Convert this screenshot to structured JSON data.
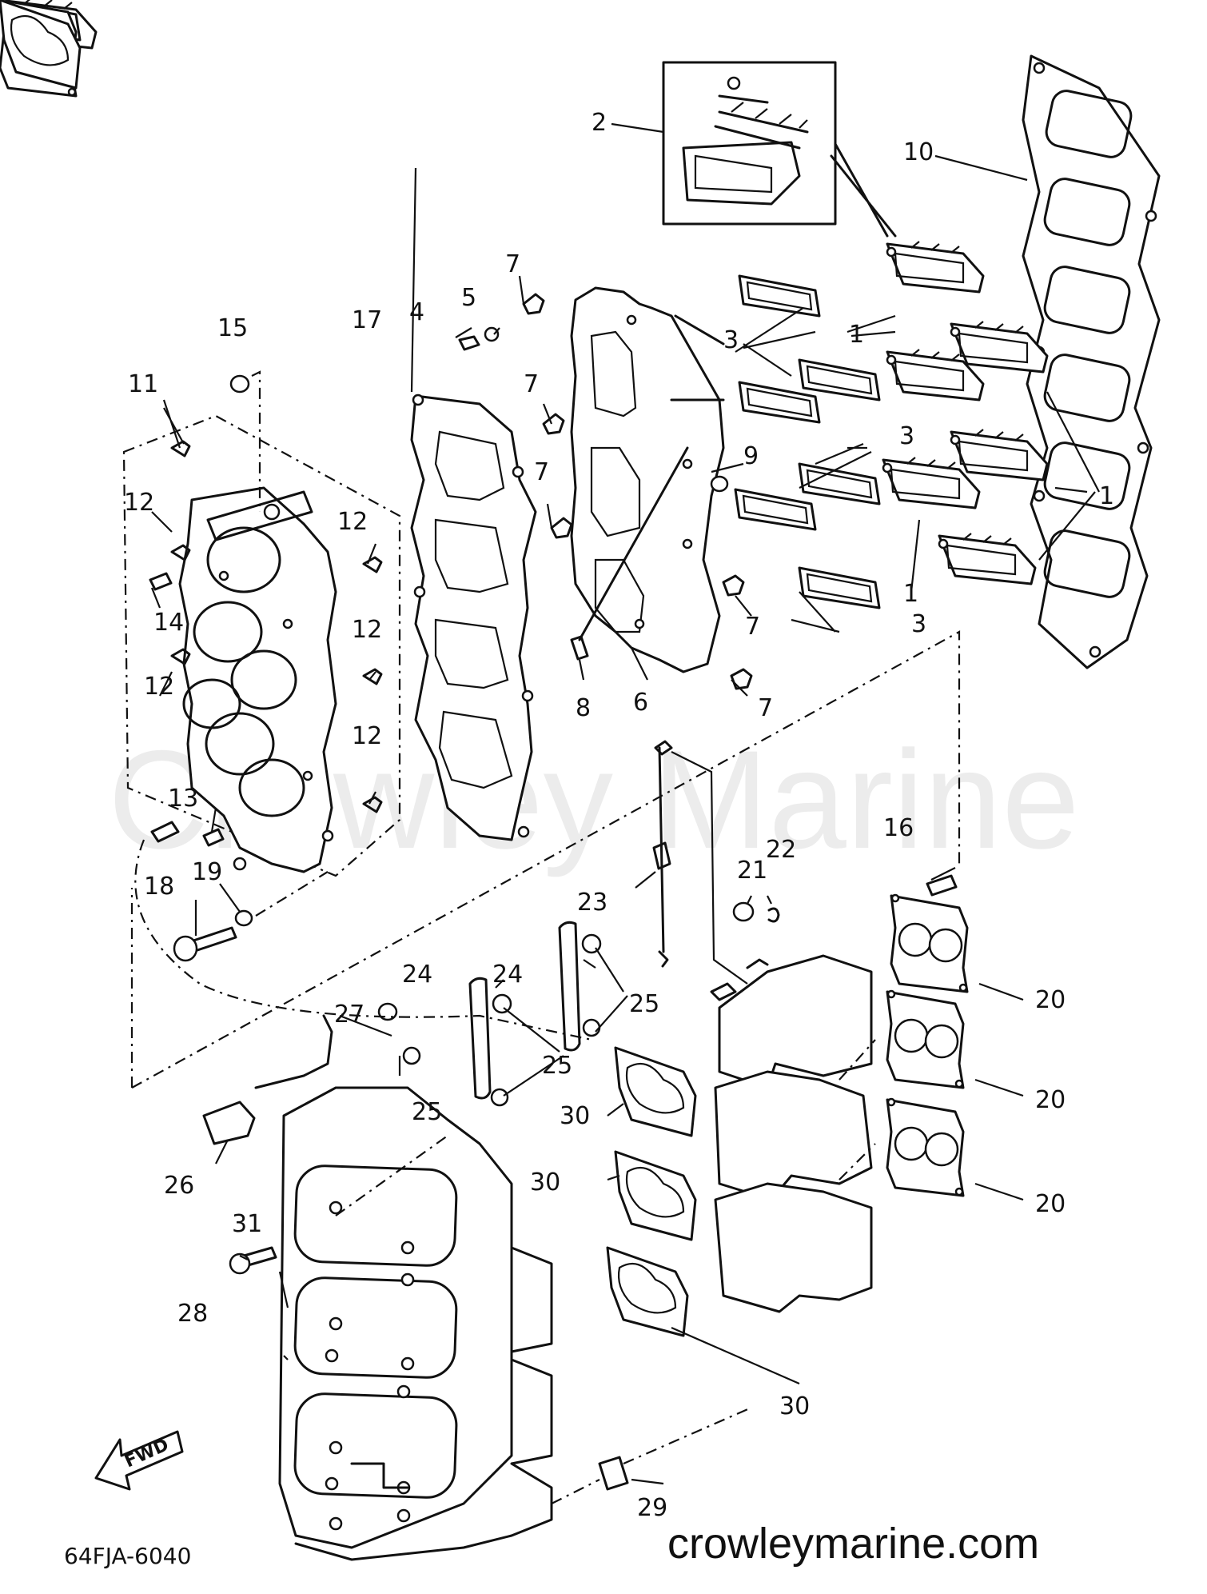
{
  "diagram": {
    "part_code": "64FJA-6040",
    "website": "crowleymarine.com",
    "watermark": "Crowley Marine",
    "fwd_label": "FWD",
    "callouts": {
      "c1a": "1",
      "c1b": "1",
      "c1c": "1",
      "c2": "2",
      "c3a": "3",
      "c3b": "3",
      "c3c": "3",
      "c4": "4",
      "c5": "5",
      "c6": "6",
      "c7a": "7",
      "c7b": "7",
      "c7c": "7",
      "c7d": "7",
      "c7e": "7",
      "c8": "8",
      "c9": "9",
      "c10": "10",
      "c11": "11",
      "c12a": "12",
      "c12b": "12",
      "c12c": "12",
      "c12d": "12",
      "c12e": "12",
      "c13": "13",
      "c14": "14",
      "c15": "15",
      "c16": "16",
      "c17": "17",
      "c18": "18",
      "c19": "19",
      "c20a": "20",
      "c20b": "20",
      "c20c": "20",
      "c21": "21",
      "c22": "22",
      "c23": "23",
      "c24a": "24",
      "c24b": "24",
      "c25a": "25",
      "c25b": "25",
      "c25c": "25",
      "c26": "26",
      "c27": "27",
      "c28": "28",
      "c29": "29",
      "c30a": "30",
      "c30b": "30",
      "c30c": "30",
      "c31": "31"
    }
  }
}
